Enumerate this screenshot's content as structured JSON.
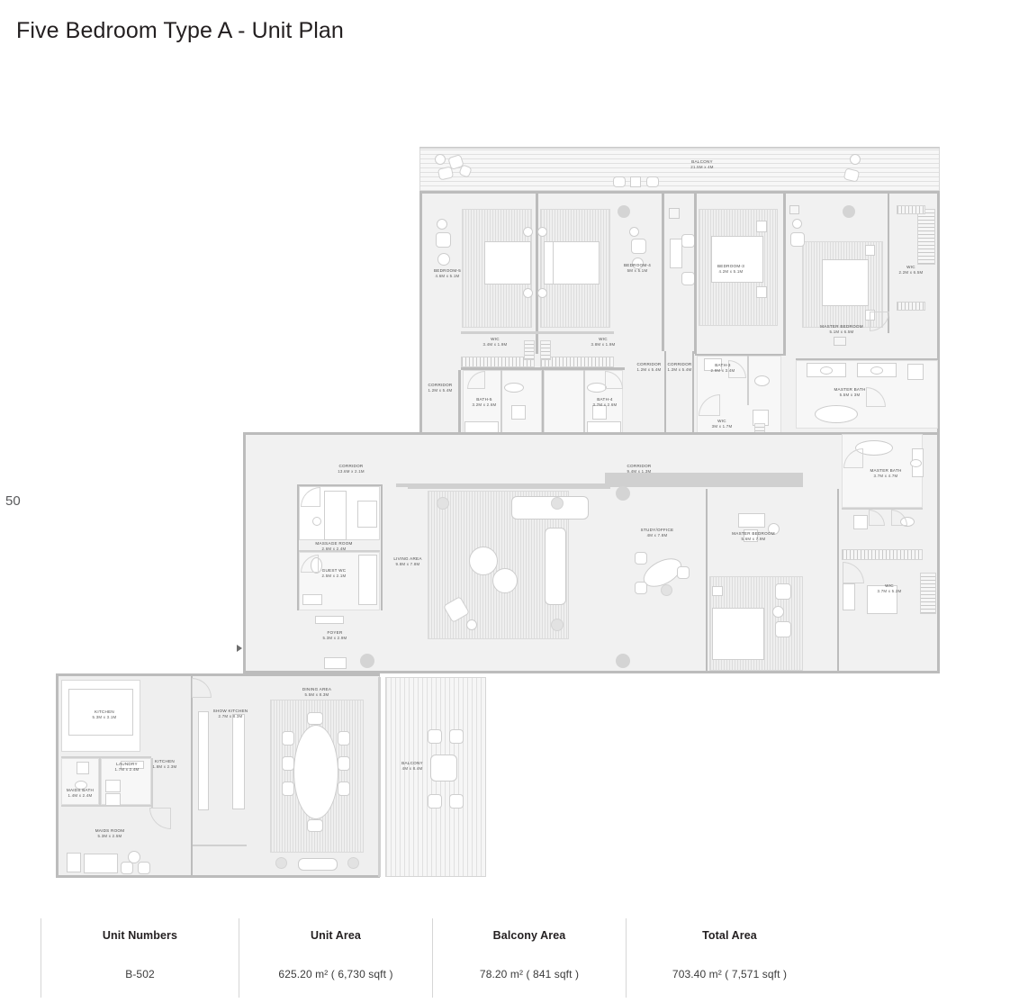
{
  "page": {
    "title": "Five Bedroom Type A - Unit Plan",
    "number": "50"
  },
  "spec_table": {
    "columns": [
      {
        "header": "Unit Numbers",
        "value": "B-502"
      },
      {
        "header": "Unit Area",
        "value": "625.20 m² ( 6,730 sqft )"
      },
      {
        "header": "Balcony Area",
        "value": "78.20 m² ( 841 sqft )"
      },
      {
        "header": "Total Area",
        "value": "703.40 m² ( 7,571 sqft )"
      }
    ]
  },
  "floor_plan": {
    "rooms": [
      {
        "id": "balcony-main",
        "name": "BALCONY",
        "dims": "21.5M x 4M"
      },
      {
        "id": "bedroom-5",
        "name": "BEDROOM-5",
        "dims": "4.6M x 5.1M"
      },
      {
        "id": "bedroom-4",
        "name": "BEDROOM-4",
        "dims": "5M x 5.1M"
      },
      {
        "id": "bedroom-3",
        "name": "BEDROOM-3",
        "dims": "4.2M x 5.1M"
      },
      {
        "id": "wic-bed5",
        "name": "WIC",
        "dims": "3.4M x 1.9M"
      },
      {
        "id": "wic-bed4",
        "name": "WIC",
        "dims": "3.8M x 1.9M"
      },
      {
        "id": "wic-master-upper",
        "name": "WIC",
        "dims": "2.2M x 6.5M"
      },
      {
        "id": "wic-bath3",
        "name": "WIC",
        "dims": "3M x 1.7M"
      },
      {
        "id": "wic-master-lower",
        "name": "WIC",
        "dims": "3.7M x 5.2M"
      },
      {
        "id": "master-bedroom-upper",
        "name": "MASTER BEDROOM",
        "dims": "5.1M x 6.5M"
      },
      {
        "id": "master-bath-upper",
        "name": "MASTER BATH",
        "dims": "5.5M x 3M"
      },
      {
        "id": "master-bath-lower",
        "name": "MASTER BATH",
        "dims": "3.7M x 4.7M"
      },
      {
        "id": "master-bedroom-lower",
        "name": "MASTER BEDROOM",
        "dims": "5.6M x 7.9M"
      },
      {
        "id": "bath-5",
        "name": "BATH-5",
        "dims": "3.2M x 2.6M"
      },
      {
        "id": "bath-4",
        "name": "BATH-4",
        "dims": "3.7M x 2.6M"
      },
      {
        "id": "bath-3",
        "name": "BATH-3",
        "dims": "2.9M x 3.4M"
      },
      {
        "id": "corridor-left",
        "name": "CORRIDOR",
        "dims": "1.2M x 5.4M"
      },
      {
        "id": "corridor-mid-a",
        "name": "CORRIDOR",
        "dims": "1.2M x 5.4M"
      },
      {
        "id": "corridor-mid-b",
        "name": "CORRIDOR",
        "dims": "1.2M x 5.4M"
      },
      {
        "id": "corridor-long",
        "name": "CORRIDOR",
        "dims": "13.6M x 2.1M"
      },
      {
        "id": "corridor-right",
        "name": "CORRIDOR",
        "dims": "9.4M x 1.3M"
      },
      {
        "id": "massage-room",
        "name": "MASSAGE ROOM",
        "dims": "2.6M x 2.4M"
      },
      {
        "id": "guest-wc",
        "name": "GUEST WC",
        "dims": "2.5M x 2.1M"
      },
      {
        "id": "foyer",
        "name": "FOYER",
        "dims": "5.3M x 2.9M"
      },
      {
        "id": "living-area",
        "name": "LIVING AREA",
        "dims": "9.8M x 7.8M"
      },
      {
        "id": "study-office",
        "name": "STUDY/OFFICE",
        "dims": "4M x 7.8M"
      },
      {
        "id": "kitchen-main",
        "name": "KITCHEN",
        "dims": "5.3M x 3.1M"
      },
      {
        "id": "kitchen-small",
        "name": "KITCHEN",
        "dims": "1.8M x 2.3M"
      },
      {
        "id": "show-kitchen",
        "name": "SHOW KITCHEN",
        "dims": "2.7M x 8.3M"
      },
      {
        "id": "laundry",
        "name": "LAUNDRY",
        "dims": "1.7M x 2.4M"
      },
      {
        "id": "maids-bath",
        "name": "MAIDS BATH",
        "dims": "1.4M x 2.4M"
      },
      {
        "id": "maids-room",
        "name": "MAIDS ROOM",
        "dims": "5.3M x 2.5M"
      },
      {
        "id": "dining-area",
        "name": "DINING AREA",
        "dims": "5.5M x 8.3M"
      },
      {
        "id": "balcony-lower",
        "name": "BALCONY",
        "dims": "4M x 8.4M"
      }
    ]
  }
}
